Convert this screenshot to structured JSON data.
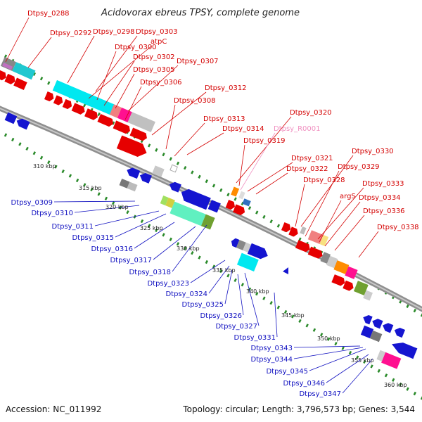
{
  "title": "Acidovorax ebreus TPSY, complete genome",
  "accession": "Accession: NC_011992",
  "summary": "Topology: circular; Length: 3,796,573 bp; Genes: 3,544",
  "colors": {
    "forward_label": "#d40000",
    "reverse_label": "#1010c0",
    "rna_label": "#f090c0",
    "backbone": "#999999",
    "tick": "#2a8a2a"
  },
  "ticks": [
    "310 kbp",
    "315 kbp",
    "320 kbp",
    "325 kbp",
    "330 kbp",
    "335 kbp",
    "340 kbp",
    "345 kbp",
    "350 kbp",
    "355 kbp",
    "360 kbp"
  ],
  "labels_top": [
    "Dtpsy_0288",
    "Dtpsy_0292",
    "Dtpsy_0298",
    "Dtpsy_0303",
    "atpC",
    "Dtpsy_0300",
    "Dtpsy_0302",
    "Dtpsy_0307",
    "Dtpsy_0305",
    "Dtpsy_0306",
    "Dtpsy_0312",
    "Dtpsy_0308",
    "Dtpsy_0313",
    "Dtpsy_0314",
    "Dtpsy_0320",
    "Dtpsy_R0001",
    "Dtpsy_0319",
    "Dtpsy_0321",
    "Dtpsy_0322",
    "Dtpsy_0330",
    "Dtpsy_0329",
    "Dtpsy_0328",
    "Dtpsy_0333",
    "argS",
    "Dtpsy_0334",
    "Dtpsy_0336",
    "Dtpsy_0338"
  ],
  "labels_bottom": [
    "Dtpsy_0309",
    "Dtpsy_0310",
    "Dtpsy_0311",
    "Dtpsy_0315",
    "Dtpsy_0316",
    "Dtpsy_0317",
    "Dtpsy_0318",
    "Dtpsy_0323",
    "Dtpsy_0324",
    "Dtpsy_0325",
    "Dtpsy_0326",
    "Dtpsy_0327",
    "Dtpsy_0331",
    "Dtpsy_0343",
    "Dtpsy_0344",
    "Dtpsy_0345",
    "Dtpsy_0346",
    "Dtpsy_0347"
  ]
}
